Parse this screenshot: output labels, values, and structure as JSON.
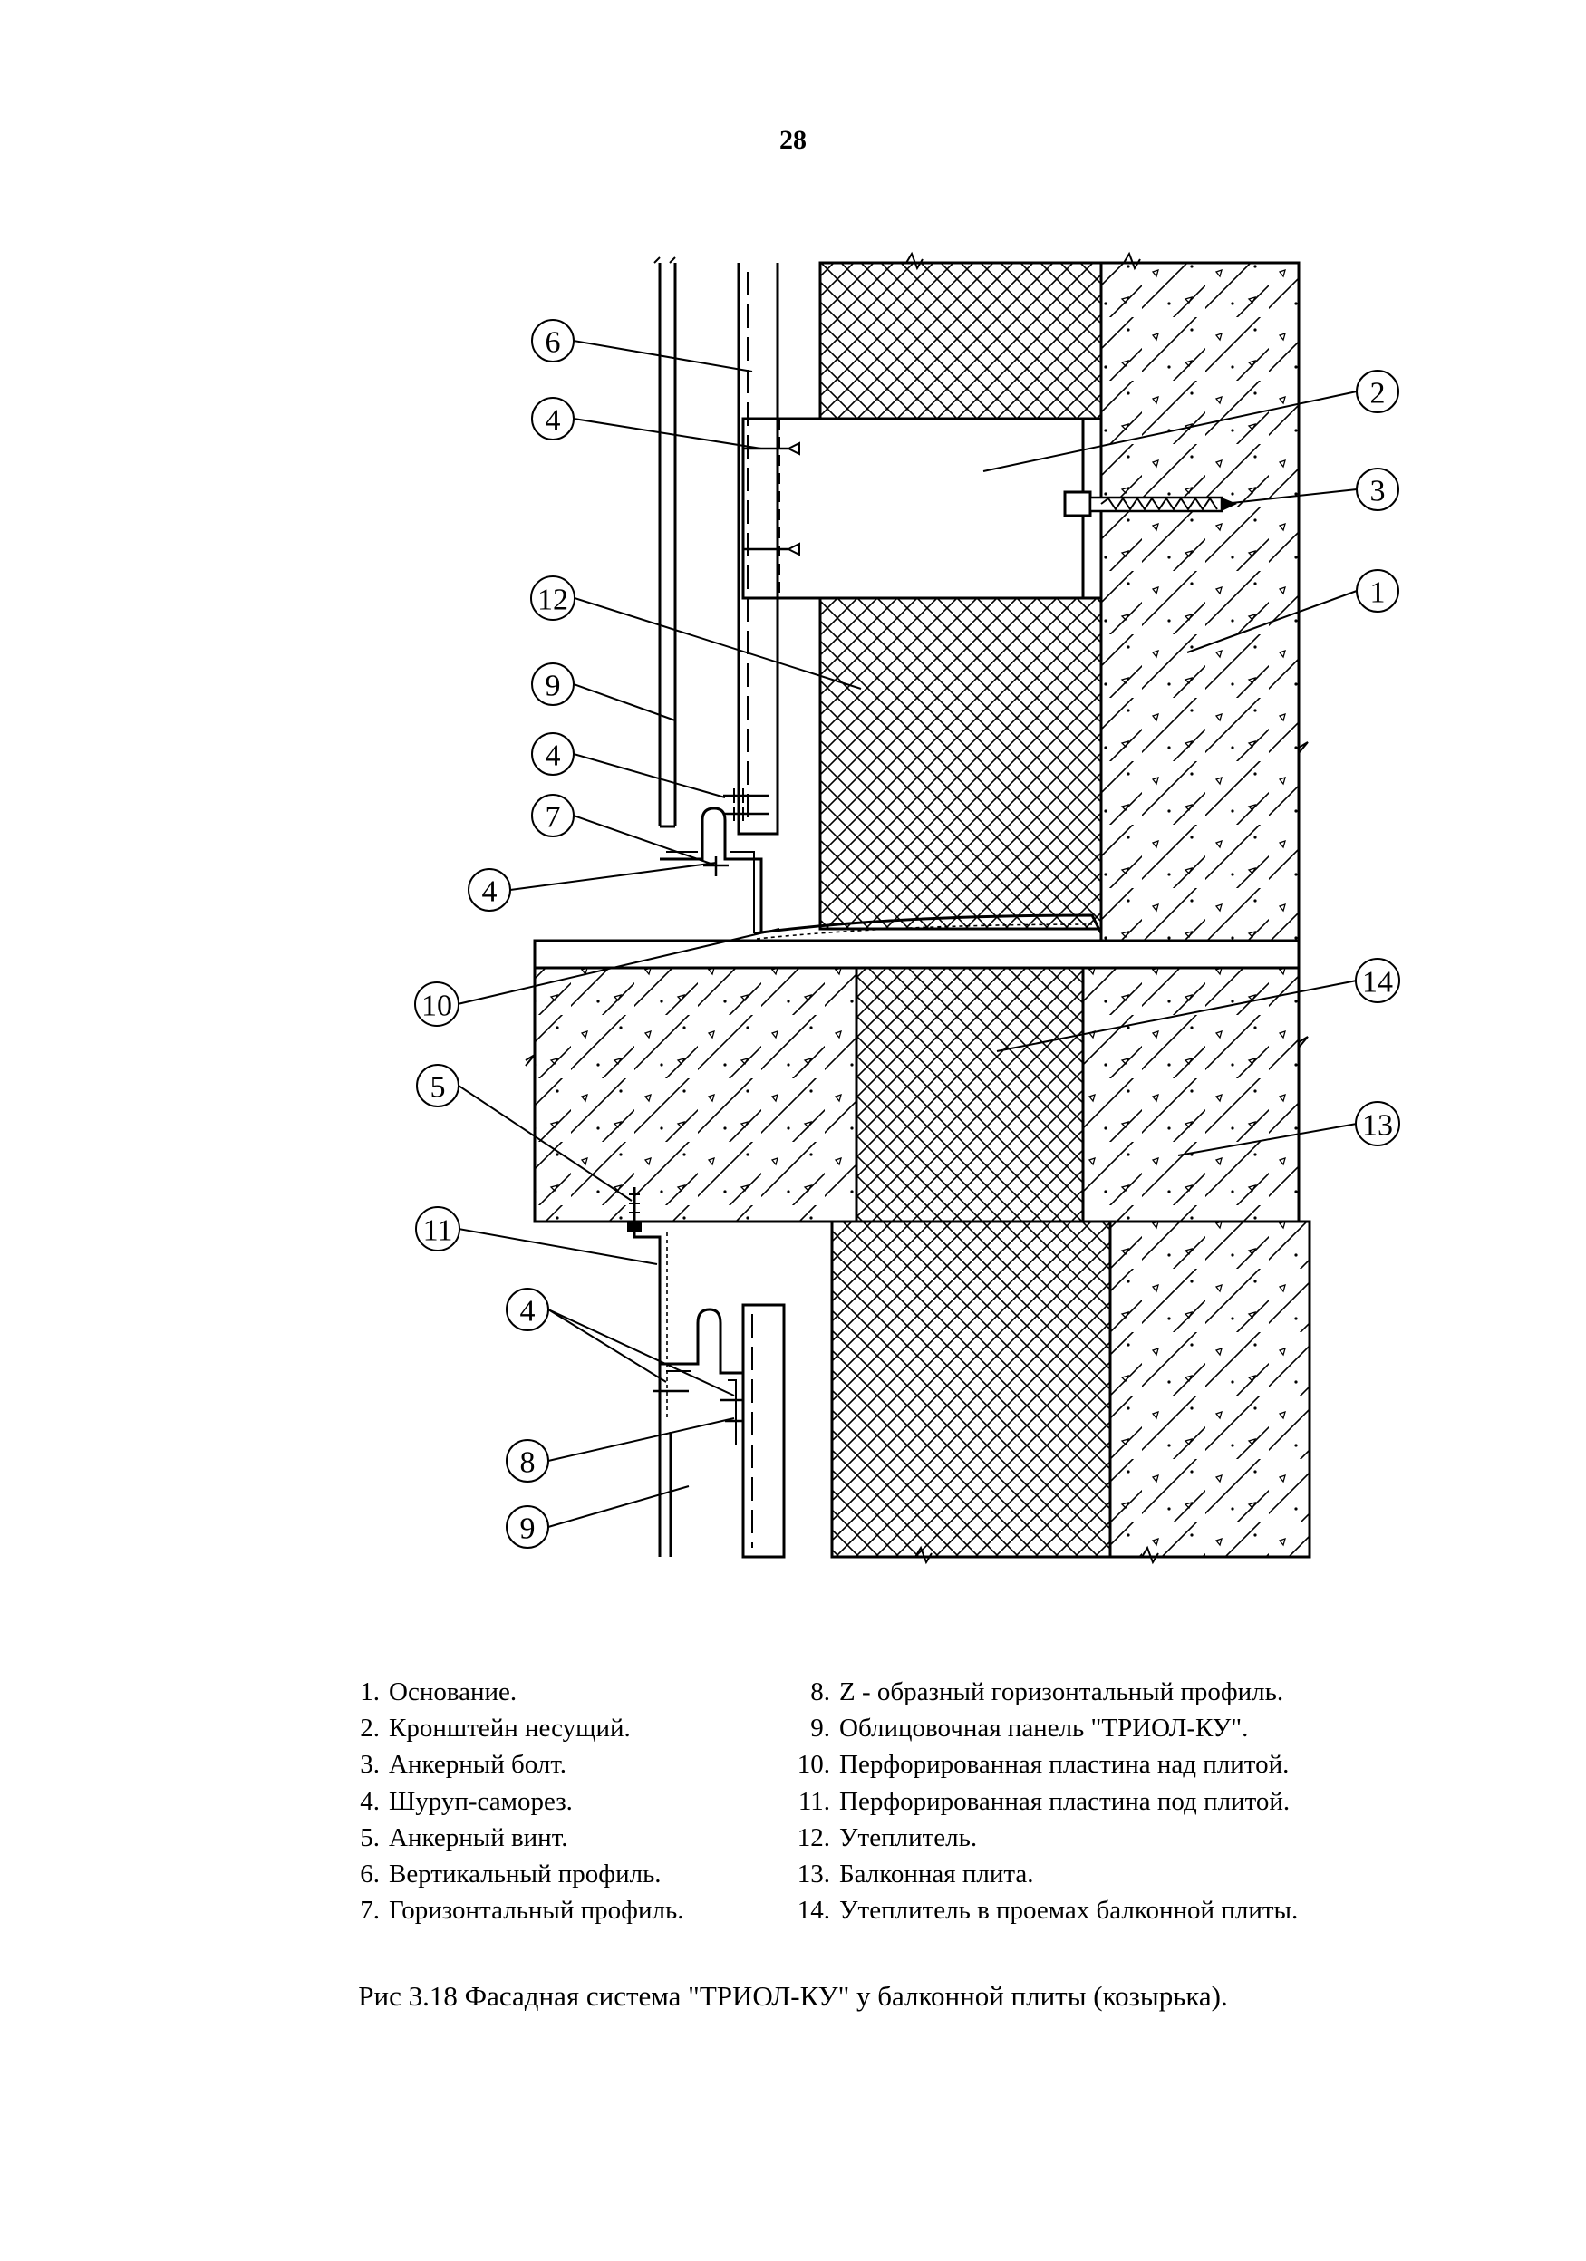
{
  "page_number": "28",
  "callouts": [
    "6",
    "4",
    "2",
    "3",
    "12",
    "1",
    "9",
    "4",
    "7",
    "4",
    "10",
    "14",
    "5",
    "13",
    "11",
    "4",
    "8",
    "9"
  ],
  "legend": {
    "left": [
      {
        "num": "1.",
        "text": "Основание."
      },
      {
        "num": "2.",
        "text": "Кронштейн несущий."
      },
      {
        "num": "3.",
        "text": "Анкерный болт."
      },
      {
        "num": "4.",
        "text": "Шуруп-саморез."
      },
      {
        "num": "5.",
        "text": "Анкерный винт."
      },
      {
        "num": "6.",
        "text": "Вертикальный профиль."
      },
      {
        "num": "7.",
        "text": "Горизонтальный профиль."
      }
    ],
    "right": [
      {
        "num": "8.",
        "text": "Z - образный горизонтальный профиль."
      },
      {
        "num": "9.",
        "text": "Облицовочная панель \"ТРИОЛ-КУ\"."
      },
      {
        "num": "10.",
        "text": "Перфорированная пластина над плитой."
      },
      {
        "num": "11.",
        "text": "Перфорированная пластина под плитой."
      },
      {
        "num": "12.",
        "text": "Утеплитель."
      },
      {
        "num": "13.",
        "text": "Балконная плита."
      },
      {
        "num": "14.",
        "text": "Утеплитель в проемах балконной плиты."
      }
    ]
  },
  "caption": "Рис 3.18 Фасадная система \"ТРИОЛ-КУ\" у балконной плиты (козырька)."
}
